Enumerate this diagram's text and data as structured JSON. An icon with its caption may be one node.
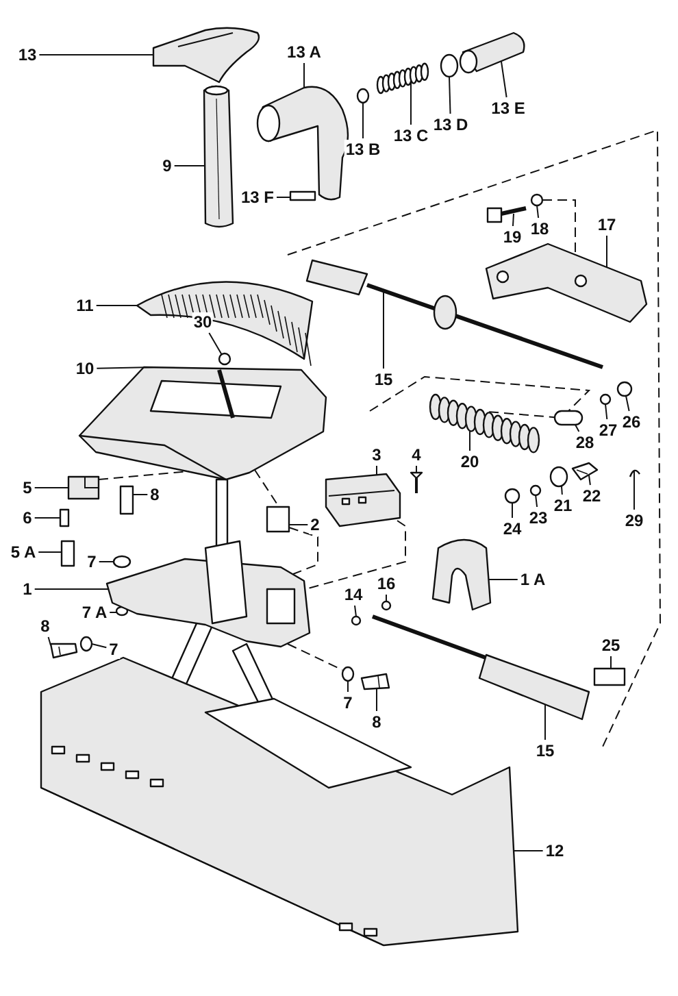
{
  "diagram": {
    "nodes": [
      {
        "text": [
          "13"
        ]
      },
      {
        "text": [
          "13 A"
        ]
      },
      {
        "text": [
          "13 B"
        ]
      },
      {
        "text": [
          "13 C"
        ]
      },
      {
        "text": [
          "13 D"
        ]
      },
      {
        "text": [
          "13 E"
        ]
      },
      {
        "text": [
          "9"
        ]
      },
      {
        "text": [
          "13 F"
        ]
      },
      {
        "text": [
          "19"
        ]
      },
      {
        "text": [
          "18"
        ]
      },
      {
        "text": [
          "17"
        ]
      },
      {
        "text": [
          "11"
        ]
      },
      {
        "text": [
          "15"
        ]
      },
      {
        "text": [
          "30"
        ]
      },
      {
        "text": [
          "10"
        ]
      },
      {
        "text": [
          "3"
        ]
      },
      {
        "text": [
          "4"
        ]
      },
      {
        "text": [
          "20"
        ]
      },
      {
        "text": [
          "28"
        ]
      },
      {
        "text": [
          "27"
        ]
      },
      {
        "text": [
          "26"
        ]
      },
      {
        "text": [
          "5"
        ]
      },
      {
        "text": [
          "6"
        ]
      },
      {
        "text": [
          "5 A"
        ]
      },
      {
        "text": [
          "8"
        ]
      },
      {
        "text": [
          "2"
        ]
      },
      {
        "text": [
          "24"
        ]
      },
      {
        "text": [
          "23"
        ]
      },
      {
        "text": [
          "21"
        ]
      },
      {
        "text": [
          "22"
        ]
      },
      {
        "text": [
          "29"
        ]
      },
      {
        "text": [
          "7"
        ]
      },
      {
        "text": [
          "1"
        ]
      },
      {
        "text": [
          "1 A"
        ]
      },
      {
        "text": [
          "7 A"
        ]
      },
      {
        "text": [
          "14"
        ]
      },
      {
        "text": [
          "16"
        ]
      },
      {
        "text": [
          "25"
        ]
      },
      {
        "text": [
          "8"
        ]
      },
      {
        "text": [
          "7"
        ]
      },
      {
        "text": [
          "7"
        ]
      },
      {
        "text": [
          "8"
        ]
      },
      {
        "text": [
          "15"
        ]
      },
      {
        "text": [
          "12"
        ]
      },
      {
        "text": [],
        "shape": "picture"
      },
      {
        "text": [],
        "shape": "picture"
      },
      {
        "text": [],
        "shape": "circle"
      },
      {
        "text": [],
        "shape": "picture"
      },
      {
        "text": [],
        "shape": "circle"
      },
      {
        "text": [],
        "shape": "picture"
      },
      {
        "text": [],
        "shape": "picture"
      },
      {
        "text": [],
        "shape": "box"
      },
      {
        "text": [],
        "shape": "picture"
      },
      {
        "text": [],
        "shape": "circle"
      },
      {
        "text": [],
        "shape": "picture"
      },
      {
        "text": [],
        "shape": "picture"
      },
      {
        "text": [],
        "shape": "picture"
      },
      {
        "text": [],
        "shape": "circle"
      },
      {
        "text": [],
        "shape": "picture"
      },
      {
        "text": [],
        "shape": "picture"
      },
      {
        "text": [],
        "shape": "picture"
      },
      {
        "text": [],
        "shape": "picture"
      },
      {
        "text": [],
        "shape": "box"
      },
      {
        "text": [],
        "shape": "circle"
      },
      {
        "text": [],
        "shape": "circle"
      },
      {
        "text": [],
        "shape": "picture"
      },
      {
        "text": [],
        "shape": "box"
      },
      {
        "text": [],
        "shape": "box"
      },
      {
        "text": [],
        "shape": "box"
      },
      {
        "text": [],
        "shape": "box"
      },
      {
        "text": [],
        "shape": "circle"
      },
      {
        "text": [],
        "shape": "circle"
      },
      {
        "text": [],
        "shape": "circle"
      },
      {
        "text": [],
        "shape": "picture"
      },
      {
        "text": [],
        "shape": "picture"
      },
      {
        "text": [],
        "shape": "circle"
      },
      {
        "text": [],
        "shape": "picture"
      },
      {
        "text": [],
        "shape": "picture"
      },
      {
        "text": [],
        "shape": "circle"
      },
      {
        "text": [],
        "shape": "circle"
      },
      {
        "text": [],
        "shape": "circle"
      },
      {
        "text": [],
        "shape": "box"
      },
      {
        "text": [],
        "shape": "picture"
      },
      {
        "text": [],
        "shape": "circle"
      },
      {
        "text": [],
        "shape": "circle"
      },
      {
        "text": [],
        "shape": "picture"
      },
      {
        "text": [],
        "shape": "picture"
      },
      {
        "text": [],
        "shape": "picture"
      }
    ],
    "edges": [
      {
        "from": 0,
        "to": 44,
        "arrow": "none"
      },
      {
        "from": 1,
        "to": 45,
        "arrow": "none"
      },
      {
        "from": 2,
        "to": 46,
        "arrow": "none"
      },
      {
        "from": 3,
        "to": 47,
        "arrow": "none"
      },
      {
        "from": 4,
        "to": 48,
        "arrow": "none"
      },
      {
        "from": 5,
        "to": 49,
        "arrow": "none"
      },
      {
        "from": 6,
        "to": 50,
        "arrow": "none"
      },
      {
        "from": 7,
        "to": 51,
        "arrow": "none"
      },
      {
        "from": 8,
        "to": 52,
        "arrow": "none"
      },
      {
        "from": 9,
        "to": 53,
        "arrow": "none"
      },
      {
        "from": 10,
        "to": 54,
        "arrow": "none"
      },
      {
        "from": 11,
        "to": 55,
        "arrow": "none"
      },
      {
        "from": 12,
        "to": 56,
        "arrow": "none"
      },
      {
        "from": 13,
        "to": 57,
        "arrow": "none"
      },
      {
        "from": 14,
        "to": 58,
        "arrow": "none"
      },
      {
        "from": 15,
        "to": 59,
        "arrow": "none"
      },
      {
        "from": 16,
        "to": 60,
        "arrow": "none"
      },
      {
        "from": 17,
        "to": 61,
        "arrow": "none"
      },
      {
        "from": 18,
        "to": 62,
        "arrow": "none"
      },
      {
        "from": 19,
        "to": 63,
        "arrow": "none"
      },
      {
        "from": 20,
        "to": 64,
        "arrow": "none"
      },
      {
        "from": 21,
        "to": 65,
        "arrow": "none"
      },
      {
        "from": 22,
        "to": 66,
        "arrow": "none"
      },
      {
        "from": 23,
        "to": 67,
        "arrow": "none"
      },
      {
        "from": 24,
        "to": 68,
        "arrow": "none"
      },
      {
        "from": 25,
        "to": 69,
        "arrow": "none"
      },
      {
        "from": 26,
        "to": 70,
        "arrow": "none"
      },
      {
        "from": 27,
        "to": 71,
        "arrow": "none"
      },
      {
        "from": 28,
        "to": 72,
        "arrow": "none"
      },
      {
        "from": 29,
        "to": 73,
        "arrow": "none"
      },
      {
        "from": 30,
        "to": 74,
        "arrow": "none"
      },
      {
        "from": 31,
        "to": 75,
        "arrow": "none"
      },
      {
        "from": 32,
        "to": 76,
        "arrow": "none"
      },
      {
        "from": 33,
        "to": 77,
        "arrow": "none"
      },
      {
        "from": 34,
        "to": 78,
        "arrow": "none"
      },
      {
        "from": 35,
        "to": 79,
        "arrow": "none"
      },
      {
        "from": 36,
        "to": 80,
        "arrow": "none"
      },
      {
        "from": 37,
        "to": 81,
        "arrow": "none"
      },
      {
        "from": 38,
        "to": 82,
        "arrow": "none"
      },
      {
        "from": 39,
        "to": 83,
        "arrow": "none"
      },
      {
        "from": 40,
        "to": 84,
        "arrow": "none"
      },
      {
        "from": 41,
        "to": 85,
        "arrow": "none"
      },
      {
        "from": 42,
        "to": 86,
        "arrow": "none"
      },
      {
        "from": 43,
        "to": 87,
        "arrow": "none"
      },
      {
        "from": 65,
        "to": 58,
        "arrow": "none",
        "style": "dashed"
      },
      {
        "from": 58,
        "to": 69,
        "arrow": "none",
        "style": "dashed"
      },
      {
        "from": 69,
        "to": 76,
        "arrow": "none",
        "style": "dashed"
      },
      {
        "from": 59,
        "to": 76,
        "arrow": "none",
        "style": "dashed"
      },
      {
        "from": 53,
        "to": 54,
        "arrow": "none",
        "style": "dashed"
      },
      {
        "from": 76,
        "to": 84,
        "arrow": "none",
        "style": "dashed"
      }
    ]
  }
}
